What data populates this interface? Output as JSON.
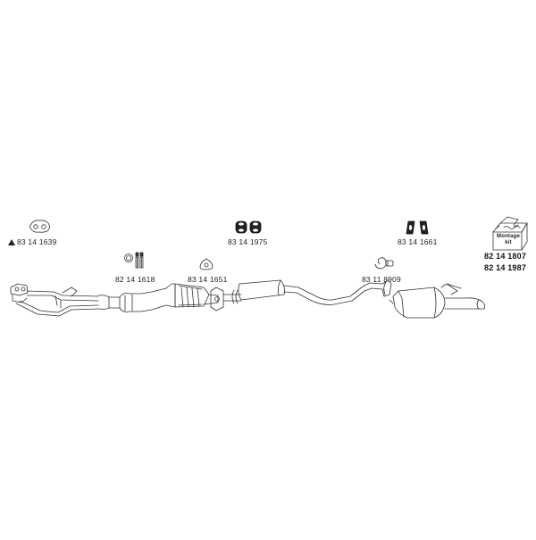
{
  "parts": [
    {
      "id": "gasket-front",
      "number": "83 14 1639",
      "flag": "triangle"
    },
    {
      "id": "clamp-set",
      "number": "82 14 1618"
    },
    {
      "id": "gasket-triangle",
      "number": "83 14 1651"
    },
    {
      "id": "rubber-hangers-center",
      "number": "83 14 1975"
    },
    {
      "id": "clamp-rear",
      "number": "83 11 8909"
    },
    {
      "id": "rubber-hangers-rear",
      "number": "83 14 1661"
    },
    {
      "id": "mounting-kit",
      "numbers": [
        "82 14 1807",
        "82 14 1987"
      ],
      "box_text": [
        "Montage",
        "kit"
      ]
    }
  ],
  "colors": {
    "line": "#333333",
    "text": "#222222"
  }
}
